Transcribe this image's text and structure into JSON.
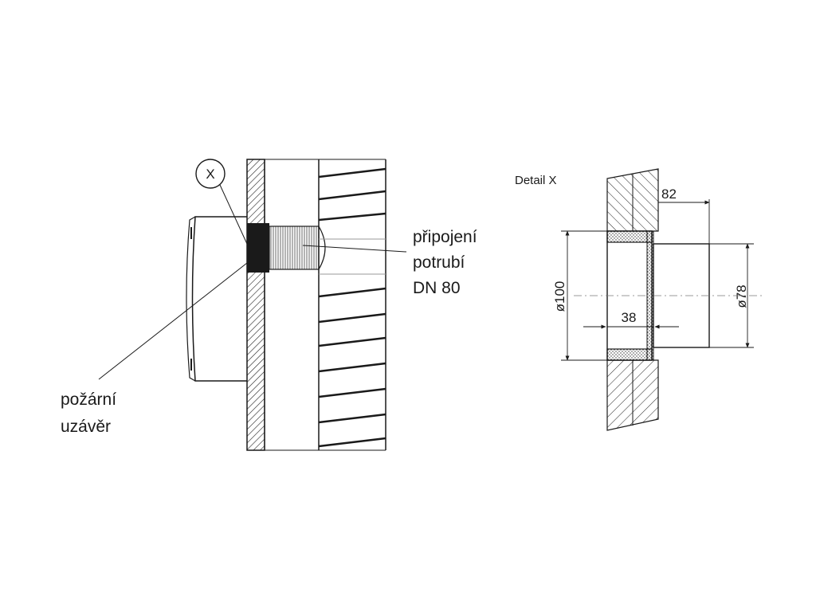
{
  "left_view": {
    "detail_marker": "X",
    "callout_connection": [
      "připojení",
      "potrubí",
      "DN 80"
    ],
    "callout_fire_damper": [
      "požární",
      "uzávěr"
    ]
  },
  "detail_view": {
    "title": "Detail X",
    "dim_wall": "82",
    "dim_outer_diameter": "ø100",
    "dim_inner_diameter": "ø78",
    "dim_depth": "38"
  }
}
